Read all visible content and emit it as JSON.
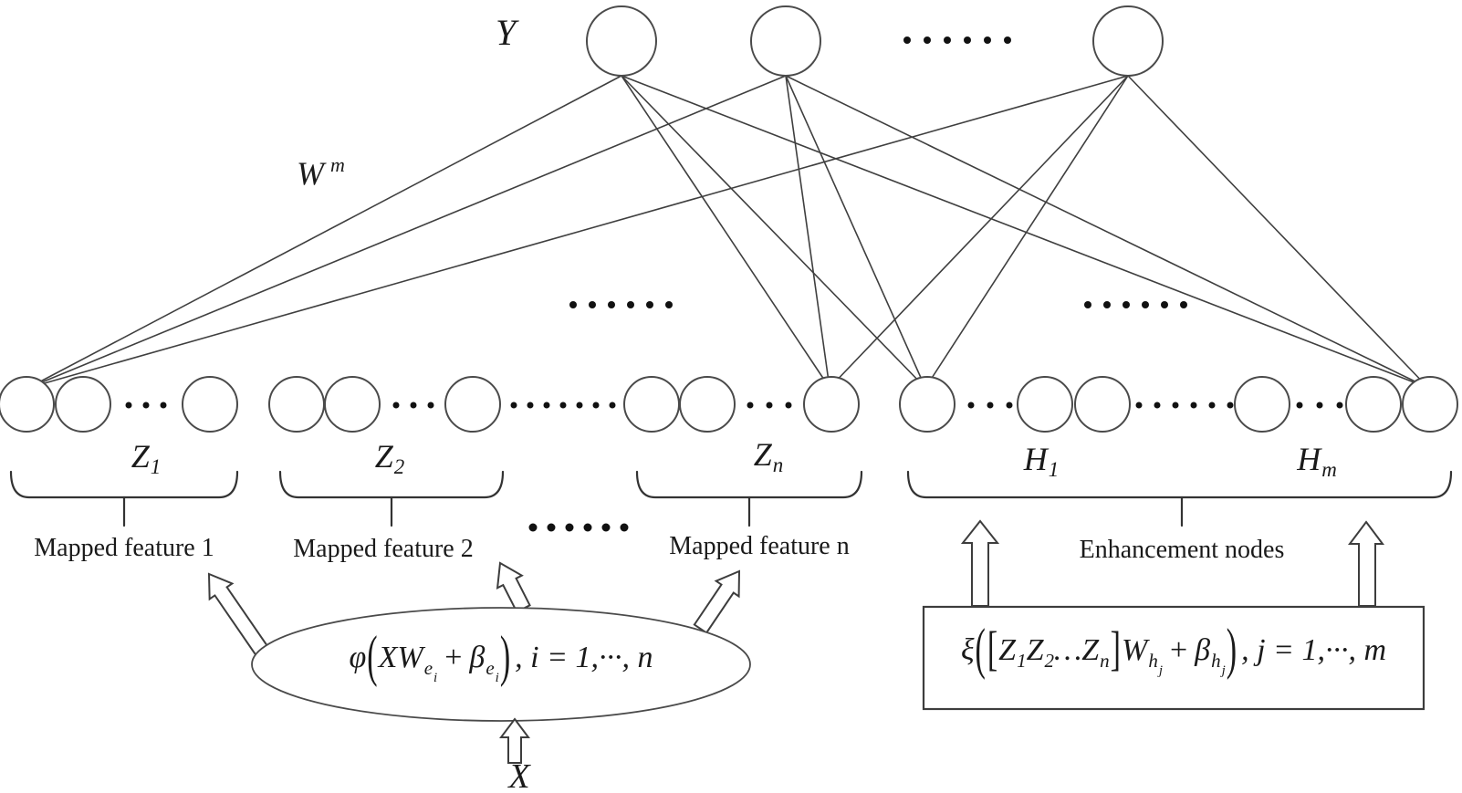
{
  "labels": {
    "output": "Y",
    "weights": {
      "base": "W",
      "sup": "m"
    },
    "input": "X",
    "z1": {
      "base": "Z",
      "sub": "1"
    },
    "z2": {
      "base": "Z",
      "sub": "2"
    },
    "zn": {
      "base": "Z",
      "sub": "n"
    },
    "h1": {
      "base": "H",
      "sub": "1"
    },
    "hm": {
      "base": "H",
      "sub": "m"
    }
  },
  "captions": {
    "mapped1": "Mapped feature 1",
    "mapped2": "Mapped feature 2",
    "mappedn": "Mapped feature n",
    "enhancement": "Enhancement nodes"
  },
  "formulas": {
    "feature": {
      "func": "φ",
      "open": "(",
      "t1": "XW",
      "t1sub": "e",
      "t1subsub": "i",
      "plus": "+",
      "t2": "β",
      "t2sub": "e",
      "t2subsub": "i",
      "close": ")",
      "tail": ", i = 1,···, n"
    },
    "enhancement": {
      "func": "ξ",
      "open": "(",
      "lbracket": "[",
      "z1": "Z",
      "z1sub": "1",
      "z2": "Z",
      "z2sub": "2",
      "dots": "…",
      "zn": "Z",
      "znsub": "n",
      "rbracket": "]",
      "w": "W",
      "wsub": "h",
      "wsubsub": "j",
      "plus": "+",
      "beta": "β",
      "betasub": "h",
      "betasubsub": "j",
      "close": ")",
      "tail": ", j = 1,···, m"
    }
  },
  "colors": {
    "background": "#ffffff",
    "stroke": "#3d3d3d",
    "text": "#1a1a1a"
  }
}
